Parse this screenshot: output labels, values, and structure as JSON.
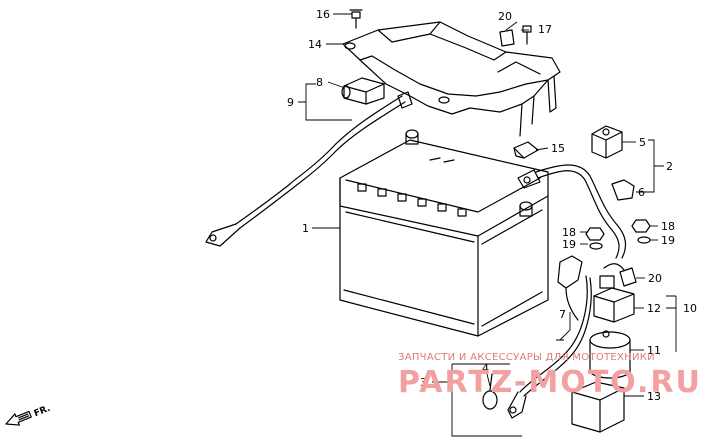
{
  "diagram": {
    "callouts": {
      "c1": "1",
      "c2": "2",
      "c3": "3",
      "c4": "4",
      "c5": "5",
      "c6": "6",
      "c7": "7",
      "c8": "8",
      "c9": "9",
      "c10": "10",
      "c11": "11",
      "c12": "12",
      "c13": "13",
      "c14": "14",
      "c15": "15",
      "c16": "16",
      "c17": "17",
      "c18a": "18",
      "c18b": "18",
      "c19a": "19",
      "c19b": "19",
      "c20a": "20",
      "c20b": "20"
    },
    "direction_label": "FR."
  },
  "watermark": {
    "tagline": "ЗАПЧАСТИ И АКСЕССУАРЫ ДЛЯ МОТОТЕХНИКИ",
    "brand": "PARTZ-MOTO.RU"
  }
}
